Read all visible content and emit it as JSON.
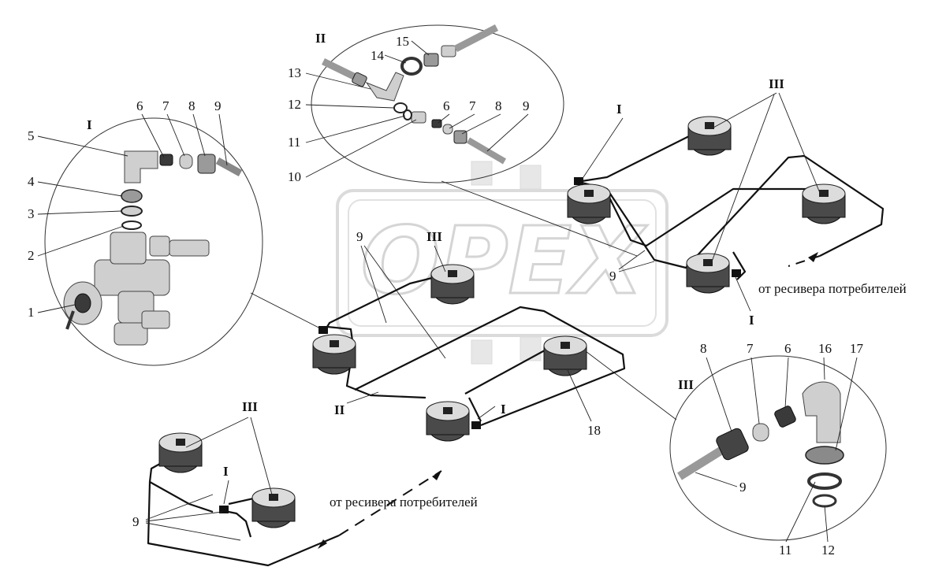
{
  "watermark": {
    "text": "OPEX"
  },
  "callouts": {
    "I": {
      "title": "I",
      "labels": [
        "1",
        "2",
        "3",
        "4",
        "5",
        "6",
        "7",
        "8",
        "9"
      ]
    },
    "II": {
      "title": "II",
      "labels": [
        "6",
        "7",
        "8",
        "9",
        "10",
        "11",
        "12",
        "13",
        "14",
        "15"
      ]
    },
    "III": {
      "title": "III",
      "labels": [
        "6",
        "7",
        "8",
        "9",
        "11",
        "12",
        "16",
        "17"
      ]
    }
  },
  "main": {
    "roman_labels": [
      "I",
      "I",
      "I",
      "I",
      "II",
      "III",
      "III",
      "III"
    ],
    "pipe_label": "9",
    "chamber_label": "18",
    "notes": {
      "receiver_right": "от ресивера потребителей",
      "receiver_bottom": "от ресивера потребителей"
    }
  }
}
